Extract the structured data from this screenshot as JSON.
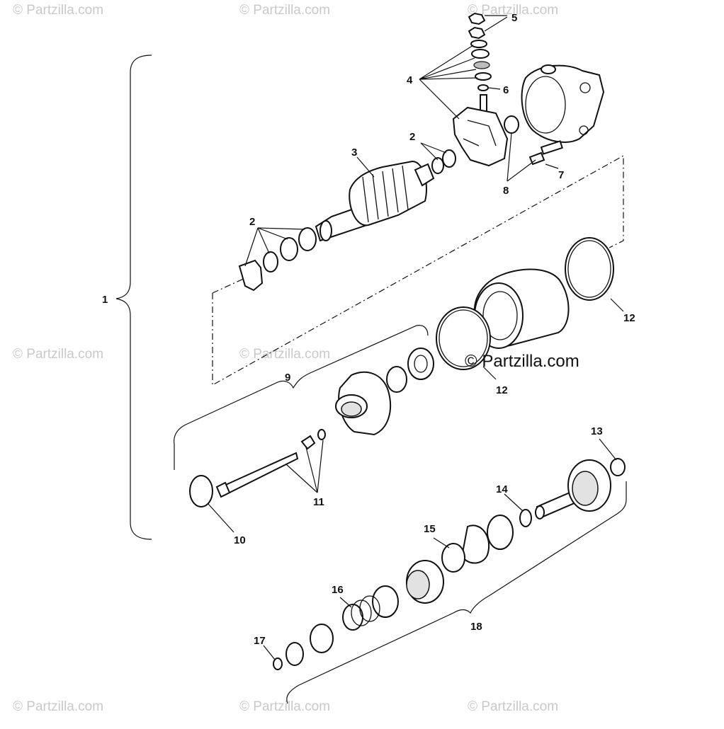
{
  "watermark": "© Partzilla.com",
  "brand": "© Partzilla.com",
  "callouts": {
    "c1": "1",
    "c2a": "2",
    "c2b": "2",
    "c3": "3",
    "c4": "4",
    "c5": "5",
    "c6": "6",
    "c7": "7",
    "c8": "8",
    "c9": "9",
    "c10": "10",
    "c11": "11",
    "c12a": "12",
    "c12b": "12",
    "c13": "13",
    "c14": "14",
    "c15": "15",
    "c16": "16",
    "c17": "17",
    "c18": "18"
  }
}
